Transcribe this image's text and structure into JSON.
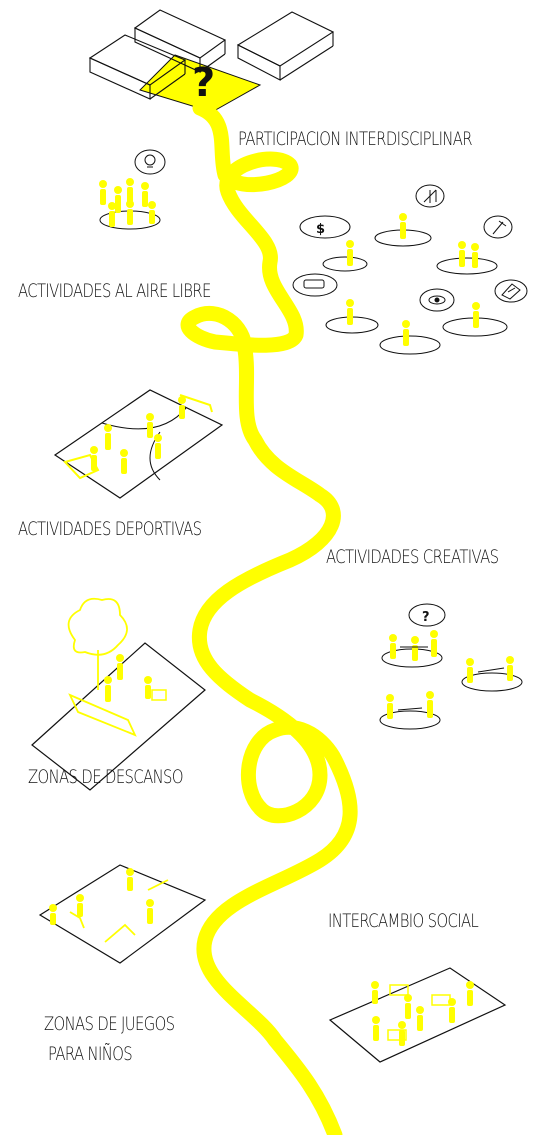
{
  "colors": {
    "accent": "#ffff00",
    "ink": "#111111",
    "background": "#ffffff"
  },
  "symbol": {
    "question": "?"
  },
  "labels": {
    "participacion": "PARTICIPACION INTERDISCIPLINAR",
    "aire_libre": "ACTIVIDADES AL AIRE LIBRE",
    "deportivas": "ACTIVIDADES DEPORTIVAS",
    "creativas": "ACTIVIDADES CREATIVAS",
    "descanso": "ZONAS DE DESCANSO",
    "intercambio": "INTERCAMBIO SOCIAL",
    "juegos_line1": "ZONAS DE JUEGOS",
    "juegos_line2": "PARA NIÑOS"
  },
  "bubbles": {
    "money": "$",
    "question": "?"
  },
  "icons": [
    "lightbulb-icon",
    "money-icon",
    "easel-icon",
    "hammer-icon",
    "bus-icon",
    "eye-icon",
    "drawing-board-icon",
    "question-icon"
  ]
}
